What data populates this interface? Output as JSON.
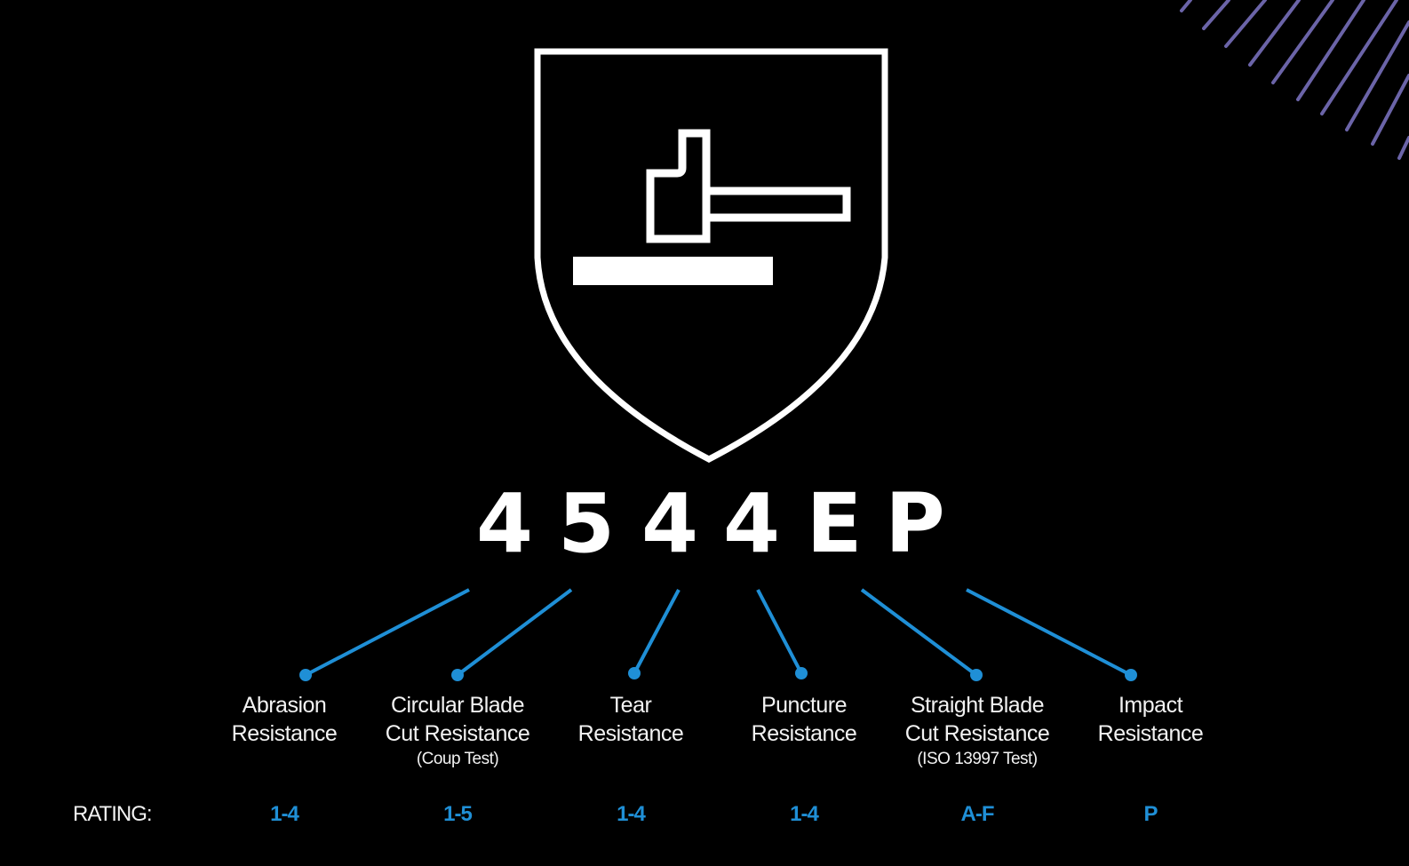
{
  "standard_code": [
    "4",
    "5",
    "4",
    "4",
    "E",
    "P"
  ],
  "shield": {
    "icon": "hammer-on-anvil-icon"
  },
  "categories": [
    {
      "title_line1": "Abrasion",
      "title_line2": "Resistance",
      "sub": "",
      "rating": "1-4"
    },
    {
      "title_line1": "Circular Blade",
      "title_line2": "Cut Resistance",
      "sub": "(Coup Test)",
      "rating": "1-5"
    },
    {
      "title_line1": "Tear",
      "title_line2": "Resistance",
      "sub": "",
      "rating": "1-4"
    },
    {
      "title_line1": "Puncture",
      "title_line2": "Resistance",
      "sub": "",
      "rating": "1-4"
    },
    {
      "title_line1": "Straight Blade",
      "title_line2": "Cut Resistance",
      "sub": "(ISO 13997 Test)",
      "rating": "A-F"
    },
    {
      "title_line1": "Impact",
      "title_line2": "Resistance",
      "sub": "",
      "rating": "P"
    }
  ],
  "rating_label": "RATING:",
  "colors": {
    "background": "#000000",
    "accent": "#1f8fd6",
    "stripes": "#6b64a8",
    "text": "#ffffff"
  }
}
